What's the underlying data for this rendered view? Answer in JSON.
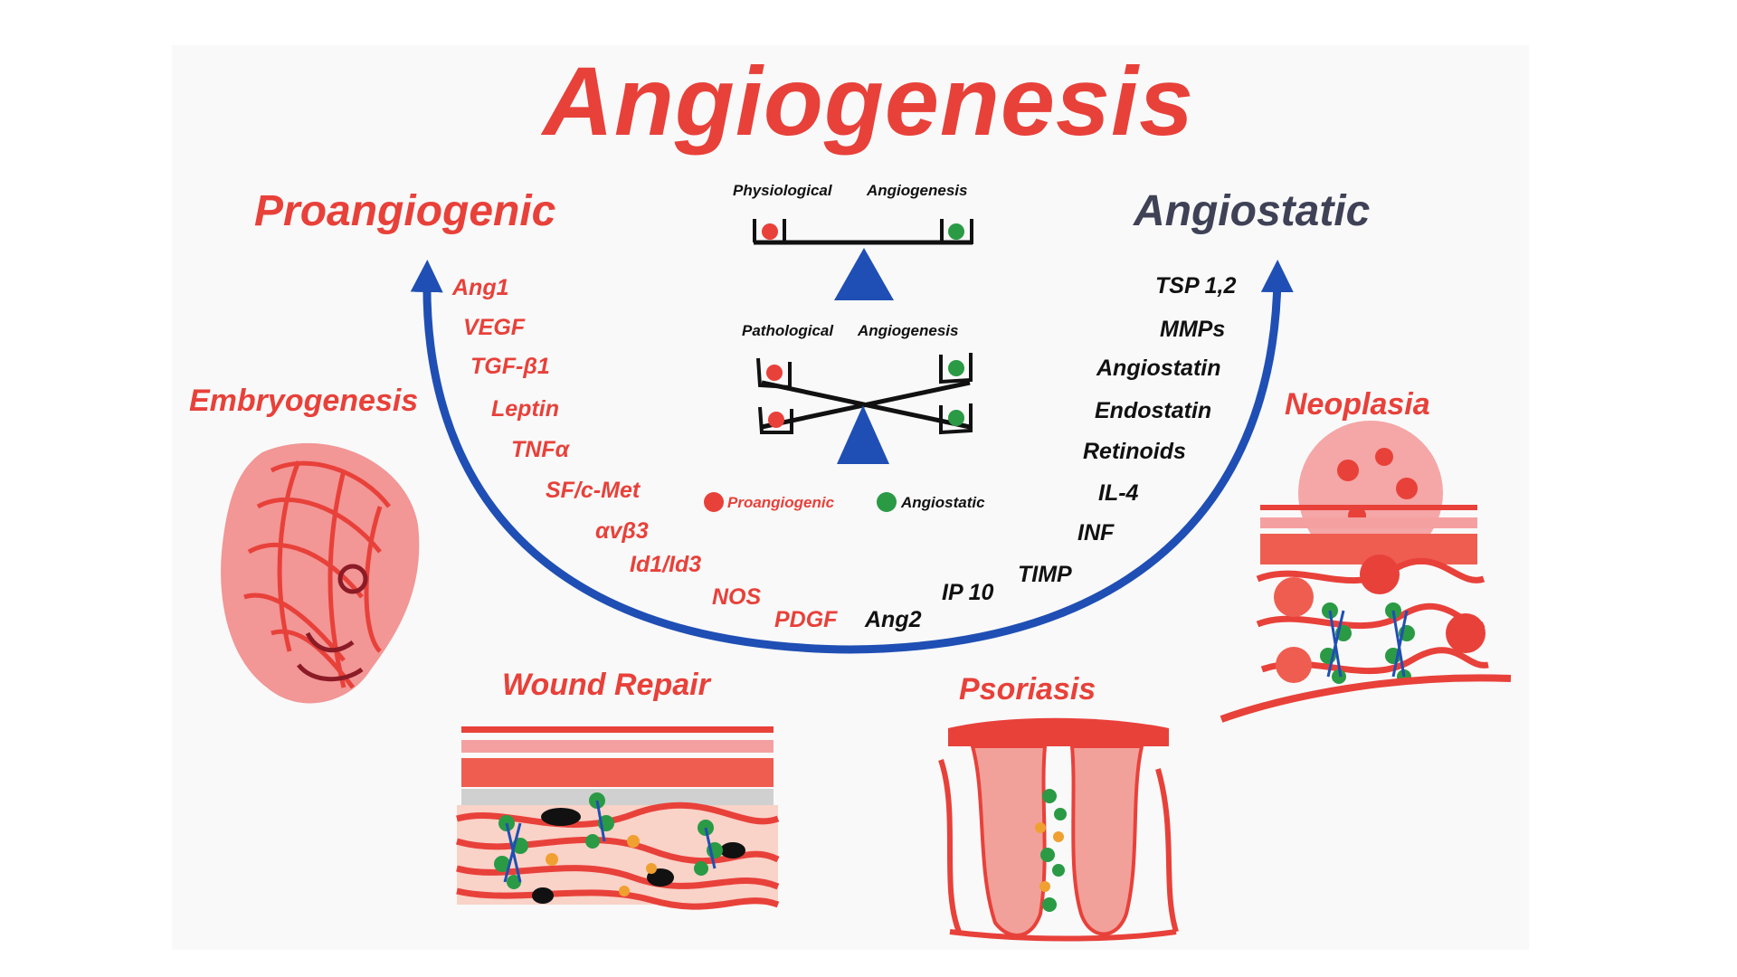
{
  "title": "Angiogenesis",
  "left_heading": "Proangiogenic",
  "right_heading": "Angiostatic",
  "balance": {
    "top_left": "Physiological",
    "top_right": "Angiogenesis",
    "bottom_left": "Pathological",
    "bottom_right": "Angiogenesis",
    "legend_pro": "Proangiogenic",
    "legend_anti": "Angiostatic"
  },
  "pro_factors": [
    "Ang1",
    "VEGF",
    "TGF-β1",
    "Leptin",
    "TNFα",
    "SF/c-Met",
    "αvβ3",
    "Id1/Id3",
    "NOS",
    "PDGF"
  ],
  "anti_factors": [
    "TSP 1,2",
    "MMPs",
    "Angiostatin",
    "Endostatin",
    "Retinoids",
    "IL-4",
    "INF",
    "TIMP",
    "IP 10",
    "Ang2"
  ],
  "conditions": {
    "embryo": "Embryogenesis",
    "wound": "Wound  Repair",
    "psoriasis": "Psoriasis",
    "neoplasia": "Neoplasia"
  },
  "colors": {
    "red": "#e8413a",
    "green": "#2a9a45",
    "blue": "#1f4fb4",
    "heading_dark": "#3f4256"
  }
}
